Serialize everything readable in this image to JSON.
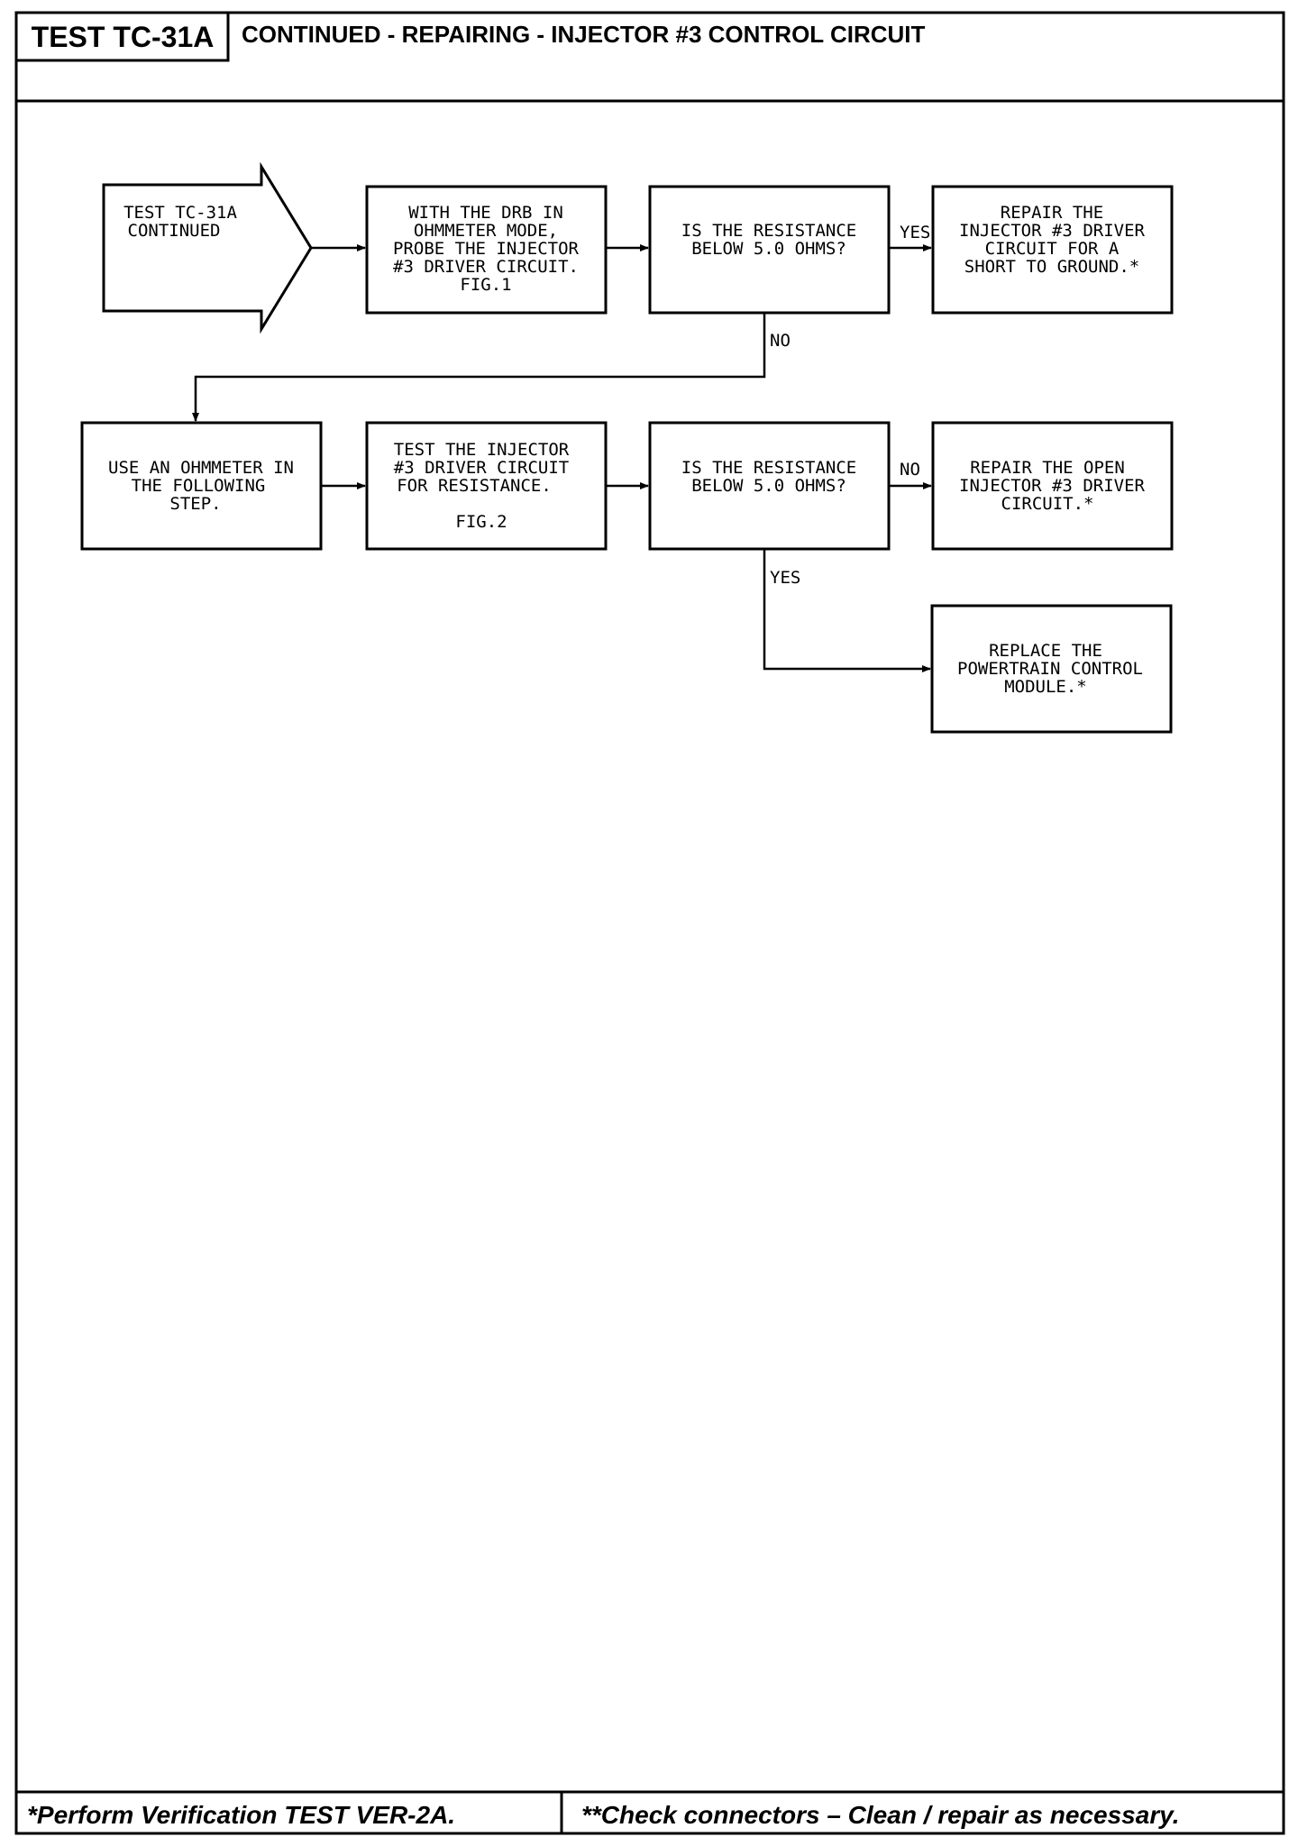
{
  "header": {
    "test_id": "TEST TC-31A",
    "title": "CONTINUED - REPAIRING - INJECTOR #3 CONTROL CIRCUIT"
  },
  "flowchart": {
    "start_arrow": {
      "lines": [
        "TEST TC-31A",
        "CONTINUED"
      ]
    },
    "box_probe": {
      "lines": [
        "WITH THE DRB IN",
        "OHMMETER MODE,",
        "PROBE THE INJECTOR",
        "#3 DRIVER CIRCUIT.",
        "FIG.1"
      ]
    },
    "decision_1": {
      "lines": [
        "IS THE RESISTANCE",
        "BELOW 5.0 OHMS?"
      ]
    },
    "box_repair_short": {
      "lines": [
        "REPAIR THE",
        "INJECTOR #3 DRIVER",
        "CIRCUIT FOR A",
        "SHORT TO GROUND.*"
      ]
    },
    "box_use_ohmmeter": {
      "lines": [
        "USE AN OHMMETER IN",
        "THE FOLLOWING",
        "STEP."
      ]
    },
    "box_test_injector": {
      "lines": [
        "TEST THE INJECTOR",
        "#3 DRIVER CIRCUIT",
        "FOR RESISTANCE."
      ],
      "fig": "FIG.2"
    },
    "decision_2": {
      "lines": [
        "IS THE RESISTANCE",
        "BELOW 5.0 OHMS?"
      ]
    },
    "box_repair_open": {
      "lines": [
        "REPAIR THE OPEN",
        "INJECTOR #3 DRIVER",
        "CIRCUIT.*"
      ]
    },
    "box_replace_pcm": {
      "lines": [
        "REPLACE THE",
        "POWERTRAIN CONTROL",
        "MODULE.*"
      ]
    },
    "labels": {
      "yes_1": "YES",
      "no_1": "NO",
      "no_2": "NO",
      "yes_2": "YES"
    }
  },
  "footer": {
    "left": "*Perform Verification TEST VER-2A.",
    "right": "**Check connectors – Clean / repair as necessary."
  }
}
